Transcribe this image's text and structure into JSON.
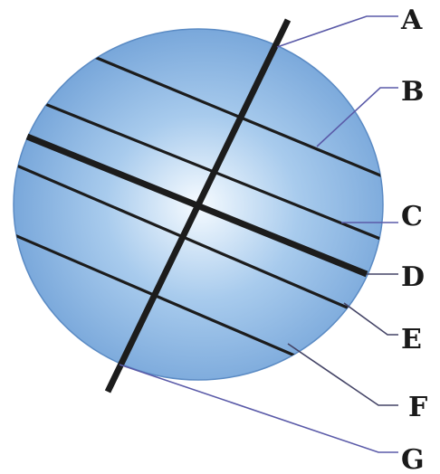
{
  "colors": {
    "globe_center": "#f6fbff",
    "globe_mid": "#a8cbed",
    "globe_edge": "#6e9fd6",
    "globe_outline": "#5b8bc4",
    "lines": "#1c1c1c",
    "leader_lines": "#5a5aa8",
    "label_text": "#1a1a1a"
  },
  "labels": {
    "a": "A",
    "b": "B",
    "c": "C",
    "d": "D",
    "e": "E",
    "f": "F",
    "g": "G"
  }
}
